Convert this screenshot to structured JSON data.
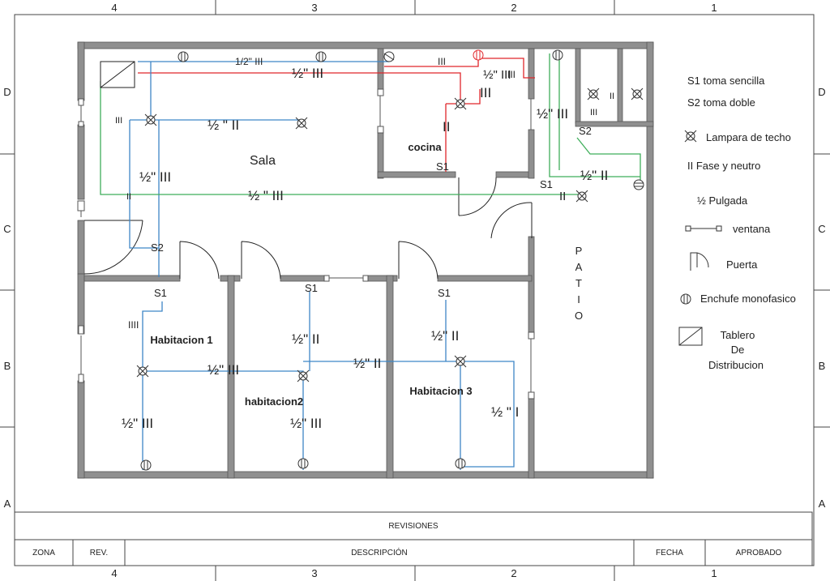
{
  "zone_columns": [
    "4",
    "3",
    "2",
    "1"
  ],
  "zone_rows": [
    "D",
    "C",
    "B",
    "A"
  ],
  "rooms": {
    "sala": "Sala",
    "cocina": "cocina",
    "habitacion1": "Habitacion 1",
    "habitacion2": "habitacion2",
    "habitacion3": "Habitacion 3",
    "patio": [
      "P",
      "A",
      "T",
      "I",
      "O"
    ]
  },
  "switch_labels": {
    "s1": "S1",
    "s2": "S2"
  },
  "conduit_labels": {
    "top_small": "1/2\" III",
    "sala_top": "½\"  III",
    "kitchen_right": "½\"  III",
    "kitchen_vert": "III",
    "kitchen_vert2": "II",
    "sala_light": "½ \" II",
    "sala_vert": "½\" III",
    "sala_long": "½ \" III",
    "patio_vert": "½\" III",
    "patio_light": "½\" II",
    "hab1_vert": "IIII",
    "hab1_horiz": "½\" III",
    "hab1_down": "½\" III",
    "hab2_vert": "½\" II",
    "hab2_horiz": "½\" II",
    "hab2_down": "½\" III",
    "hab3_vert": "½\" II",
    "hab3_down": "½ \" I",
    "tablero_left": "III",
    "sala_small": "II",
    "patio_small": "II",
    "kitchen_mark": "III",
    "top_right_mark": "II"
  },
  "legend": {
    "s1": "S1  toma sencilla",
    "s2": "S2 toma doble",
    "lamp": "Lampara de techo",
    "fase": "II Fase y neutro",
    "pulgada": "½ Pulgada",
    "ventana": "ventana",
    "puerta": "Puerta",
    "enchufe": "Enchufe monofasico",
    "tablero": [
      "Tablero",
      "De",
      "Distribucion"
    ]
  },
  "title_block": {
    "revisiones": "REVISIONES",
    "zona": "ZONA",
    "rev": "REV.",
    "descripcion": "DESCRIPCIÓN",
    "fecha": "FECHA",
    "aprobado": "APROBADO"
  },
  "colors": {
    "wall": "#8f8f8f",
    "blue_circuit": "#3e86c6",
    "red_circuit": "#e0262b",
    "green_circuit": "#3fae5a",
    "border": "#444444"
  }
}
